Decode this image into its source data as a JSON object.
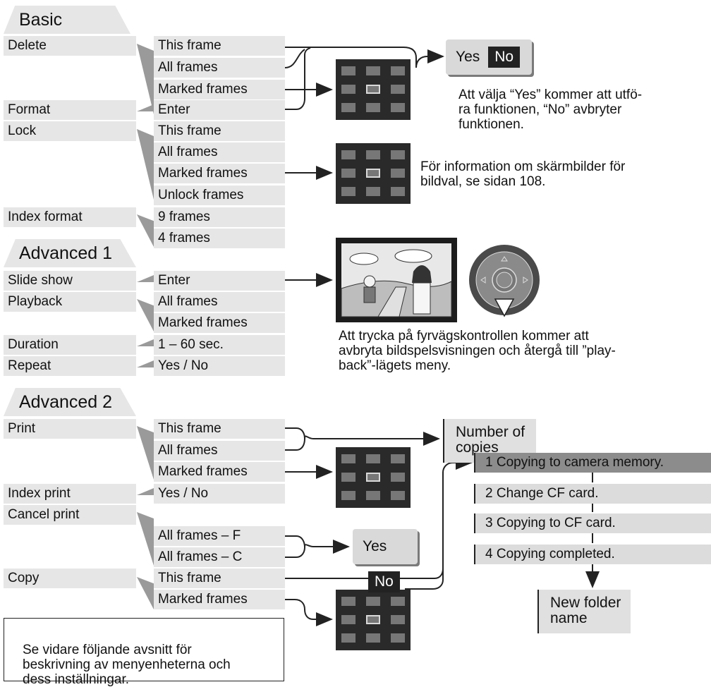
{
  "sections": {
    "basic": "Basic",
    "advanced1": "Advanced 1",
    "advanced2": "Advanced 2"
  },
  "basic": {
    "delete": {
      "label": "Delete",
      "options": [
        "This frame",
        "All frames",
        "Marked frames"
      ]
    },
    "format": {
      "label": "Format",
      "options": [
        "Enter"
      ]
    },
    "lock": {
      "label": "Lock",
      "options": [
        "This frame",
        "All frames",
        "Marked frames",
        "Unlock frames"
      ]
    },
    "index_format": {
      "label": "Index format",
      "options": [
        "9 frames",
        "4 frames"
      ]
    }
  },
  "advanced1": {
    "slide_show": {
      "label": "Slide show",
      "options": [
        "Enter"
      ]
    },
    "playback": {
      "label": "Playback",
      "options": [
        "All frames",
        "Marked frames"
      ]
    },
    "duration": {
      "label": "Duration",
      "options": [
        "1 – 60 sec."
      ]
    },
    "repeat": {
      "label": "Repeat",
      "options": [
        "Yes / No"
      ]
    }
  },
  "advanced2": {
    "print": {
      "label": "Print",
      "options": [
        "This frame",
        "All frames",
        "Marked frames"
      ]
    },
    "index_print": {
      "label": "Index print",
      "options": [
        "Yes / No"
      ]
    },
    "cancel_print": {
      "label": "Cancel print",
      "options": [
        "All frames – F",
        "All frames – C"
      ]
    },
    "copy": {
      "label": "Copy",
      "options": [
        "This frame",
        "Marked frames"
      ]
    }
  },
  "confirm": {
    "yes": "Yes",
    "no": "No"
  },
  "notes": {
    "delete_confirm": [
      "Att välja “Yes” kommer att utfö-",
      "ra funktionen, “No” avbryter",
      "funktionen."
    ],
    "frame_select": [
      "För information om skärmbilder för",
      "bildval, se sidan 108."
    ],
    "slideshow": [
      "Att trycka på fyrvägskontrollen kommer att",
      "avbryta bildspelsvisningen och återgå till ”play-",
      "back”-lägets meny."
    ],
    "footer": [
      "Se vidare följande avsnitt för",
      "beskrivning av menyenheterna och",
      "dess inställningar."
    ]
  },
  "number_of_copies": [
    "Number of",
    "copies"
  ],
  "copy_steps": [
    "1 Copying to camera memory.",
    "2 Change CF card.",
    "3 Copying to CF card.",
    "4 Copying completed."
  ],
  "new_folder_name": [
    "New folder",
    "name"
  ]
}
